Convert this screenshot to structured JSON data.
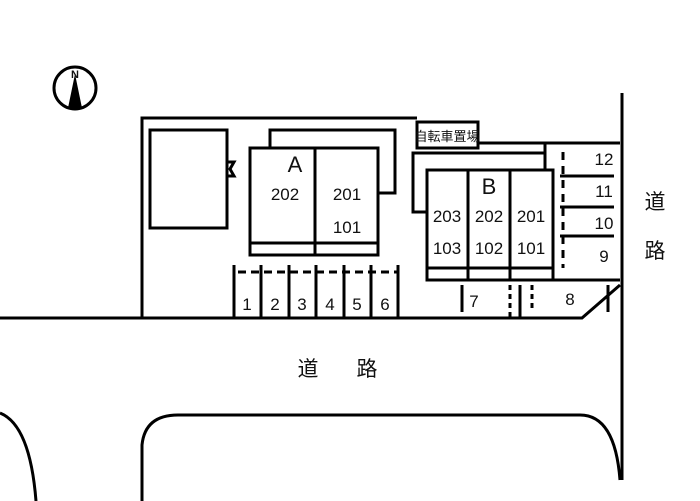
{
  "compass": {
    "label": "N"
  },
  "bike_parking": {
    "label": "自転車置場"
  },
  "building_a": {
    "name": "A",
    "units": [
      "202",
      "201",
      "101"
    ]
  },
  "building_b": {
    "name": "B",
    "units": [
      "203",
      "202",
      "201",
      "103",
      "102",
      "101"
    ]
  },
  "parking_spaces": [
    "1",
    "2",
    "3",
    "4",
    "5",
    "6",
    "7",
    "8",
    "9",
    "10",
    "11",
    "12"
  ],
  "road_bottom": {
    "chars": [
      "道",
      "路"
    ]
  },
  "road_right": {
    "chars": [
      "道",
      "路"
    ]
  }
}
